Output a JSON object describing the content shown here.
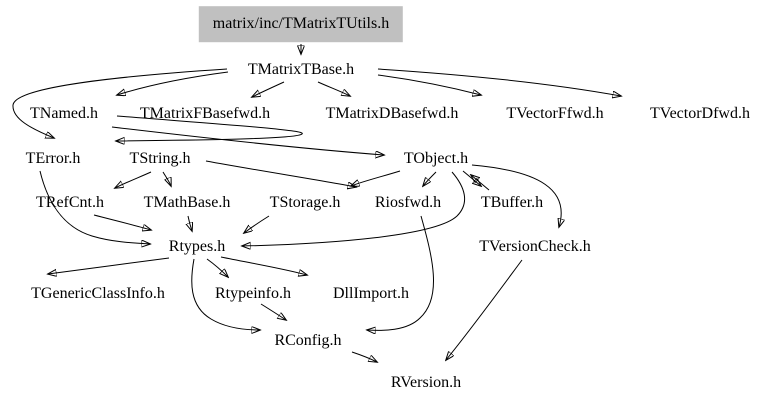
{
  "diagram": {
    "kind": "include-dependency-graph",
    "tool_style": "doxygen"
  },
  "colors": {
    "background": "#ffffff",
    "edge": "#000000",
    "text": "#000000",
    "root_node_fill": "#c0c0c0"
  },
  "nodes": [
    {
      "id": "tmatrixtutils",
      "label": "matrix/inc/TMatrixTUtils.h"
    },
    {
      "id": "tmatrixtbase",
      "label": "TMatrixTBase.h"
    },
    {
      "id": "tnamed",
      "label": "TNamed.h"
    },
    {
      "id": "tmatrixfbasefwd",
      "label": "TMatrixFBasefwd.h"
    },
    {
      "id": "tmatrixdbasefwd",
      "label": "TMatrixDBasefwd.h"
    },
    {
      "id": "tvectorffwd",
      "label": "TVectorFfwd.h"
    },
    {
      "id": "tvectordfwd",
      "label": "TVectorDfwd.h"
    },
    {
      "id": "terror",
      "label": "TError.h"
    },
    {
      "id": "tstring",
      "label": "TString.h"
    },
    {
      "id": "tobject",
      "label": "TObject.h"
    },
    {
      "id": "trefcnt",
      "label": "TRefCnt.h"
    },
    {
      "id": "tmathbase",
      "label": "TMathBase.h"
    },
    {
      "id": "tstorage",
      "label": "TStorage.h"
    },
    {
      "id": "riosfwd",
      "label": "Riosfwd.h"
    },
    {
      "id": "tbuffer",
      "label": "TBuffer.h"
    },
    {
      "id": "rtypes",
      "label": "Rtypes.h"
    },
    {
      "id": "tversioncheck",
      "label": "TVersionCheck.h"
    },
    {
      "id": "tgenericclassinfo",
      "label": "TGenericClassInfo.h"
    },
    {
      "id": "rtypeinfo",
      "label": "Rtypeinfo.h"
    },
    {
      "id": "dllimport",
      "label": "DllImport.h"
    },
    {
      "id": "rconfig",
      "label": "RConfig.h"
    },
    {
      "id": "rversion",
      "label": "RVersion.h"
    }
  ],
  "edges": [
    {
      "from": "matrix/inc/TMatrixTUtils.h",
      "to": "TMatrixTBase.h"
    },
    {
      "from": "TMatrixTBase.h",
      "to": "TNamed.h"
    },
    {
      "from": "TMatrixTBase.h",
      "to": "TMatrixFBasefwd.h"
    },
    {
      "from": "TMatrixTBase.h",
      "to": "TMatrixDBasefwd.h"
    },
    {
      "from": "TMatrixTBase.h",
      "to": "TVectorFfwd.h"
    },
    {
      "from": "TMatrixTBase.h",
      "to": "TVectorDfwd.h"
    },
    {
      "from": "TMatrixTBase.h",
      "to": "TError.h"
    },
    {
      "from": "TNamed.h",
      "to": "TObject.h"
    },
    {
      "from": "TNamed.h",
      "to": "TString.h"
    },
    {
      "from": "TString.h",
      "to": "TRefCnt.h"
    },
    {
      "from": "TString.h",
      "to": "TMathBase.h"
    },
    {
      "from": "TString.h",
      "to": "Riosfwd.h"
    },
    {
      "from": "TObject.h",
      "to": "TStorage.h"
    },
    {
      "from": "TObject.h",
      "to": "Riosfwd.h"
    },
    {
      "from": "TObject.h",
      "to": "TBuffer.h"
    },
    {
      "from": "TBuffer.h",
      "to": "TObject.h"
    },
    {
      "from": "TObject.h",
      "to": "TVersionCheck.h"
    },
    {
      "from": "TObject.h",
      "to": "Rtypes.h"
    },
    {
      "from": "TError.h",
      "to": "Rtypes.h"
    },
    {
      "from": "TRefCnt.h",
      "to": "Rtypes.h"
    },
    {
      "from": "TMathBase.h",
      "to": "Rtypes.h"
    },
    {
      "from": "TStorage.h",
      "to": "Rtypes.h"
    },
    {
      "from": "Riosfwd.h",
      "to": "RConfig.h"
    },
    {
      "from": "Rtypes.h",
      "to": "TGenericClassInfo.h"
    },
    {
      "from": "Rtypes.h",
      "to": "Rtypeinfo.h"
    },
    {
      "from": "Rtypes.h",
      "to": "DllImport.h"
    },
    {
      "from": "Rtypes.h",
      "to": "RConfig.h"
    },
    {
      "from": "Rtypeinfo.h",
      "to": "RConfig.h"
    },
    {
      "from": "RConfig.h",
      "to": "RVersion.h"
    },
    {
      "from": "TVersionCheck.h",
      "to": "RVersion.h"
    }
  ]
}
